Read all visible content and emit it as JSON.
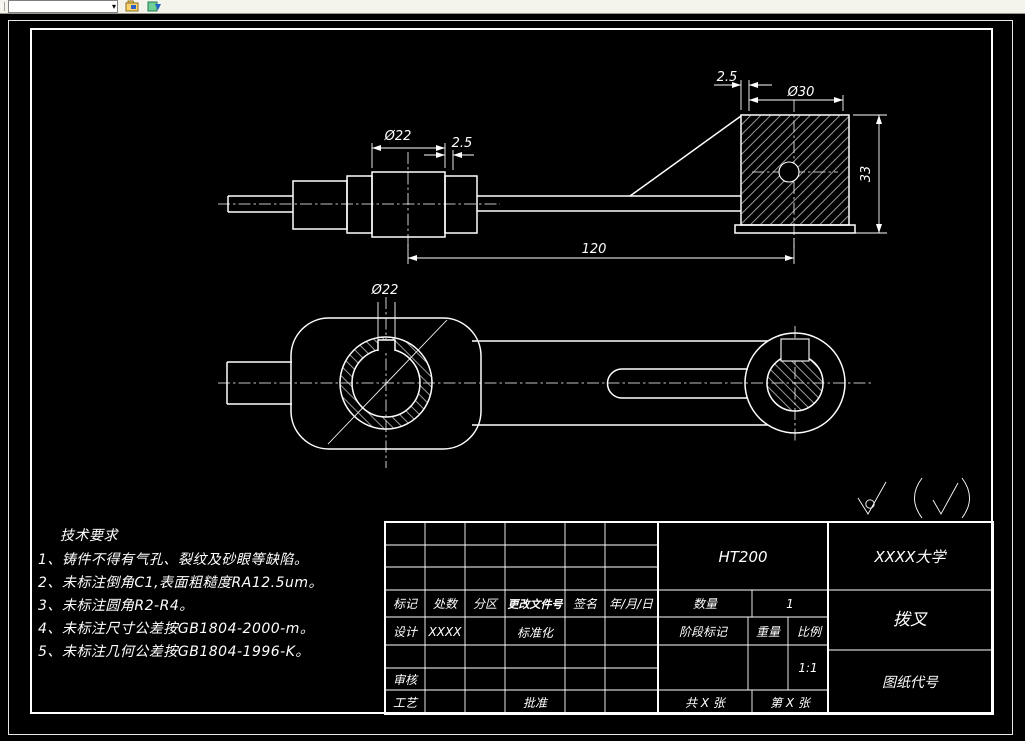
{
  "toolbar": {
    "combobox_value": ""
  },
  "annotations": {
    "front": {
      "dia22": "Ø22",
      "chamfer_hub": "2.5",
      "wall": "2.5",
      "dia30": "Ø30",
      "height": "33",
      "length": "120"
    },
    "top": {
      "dia22": "Ø22"
    }
  },
  "tech": {
    "title": "技术要求",
    "items": [
      "1、铸件不得有气孔、裂纹及砂眼等缺陷。",
      "2、未标注倒角C1,表面粗糙度RA12.5um。",
      "3、未标注圆角R2-R4。",
      "4、未标注尺寸公差按GB1804-2000-m。",
      "5、未标注几何公差按GB1804-1996-K。"
    ]
  },
  "title_block": {
    "material": "HT200",
    "school": "XXXX大学",
    "part_name": "拨叉",
    "drawing_no": "图纸代号",
    "cols": {
      "mark": "标记",
      "count": "处数",
      "zone": "分区",
      "change_file_no": "更改文件号",
      "signature": "签名",
      "date": "年/月/日"
    },
    "design_label": "设计",
    "design_name": "XXXX",
    "standardize_label": "标准化",
    "audit_label": "审核",
    "process_label": "工艺",
    "approve_label": "批准",
    "quantity_label": "数量",
    "quantity_value": "1",
    "stage_label": "阶段标记",
    "weight_label": "重量",
    "scale_label": "比例",
    "scale_value": "1:1",
    "sheets_total": "共 X 张",
    "sheet_index": "第 X 张"
  }
}
